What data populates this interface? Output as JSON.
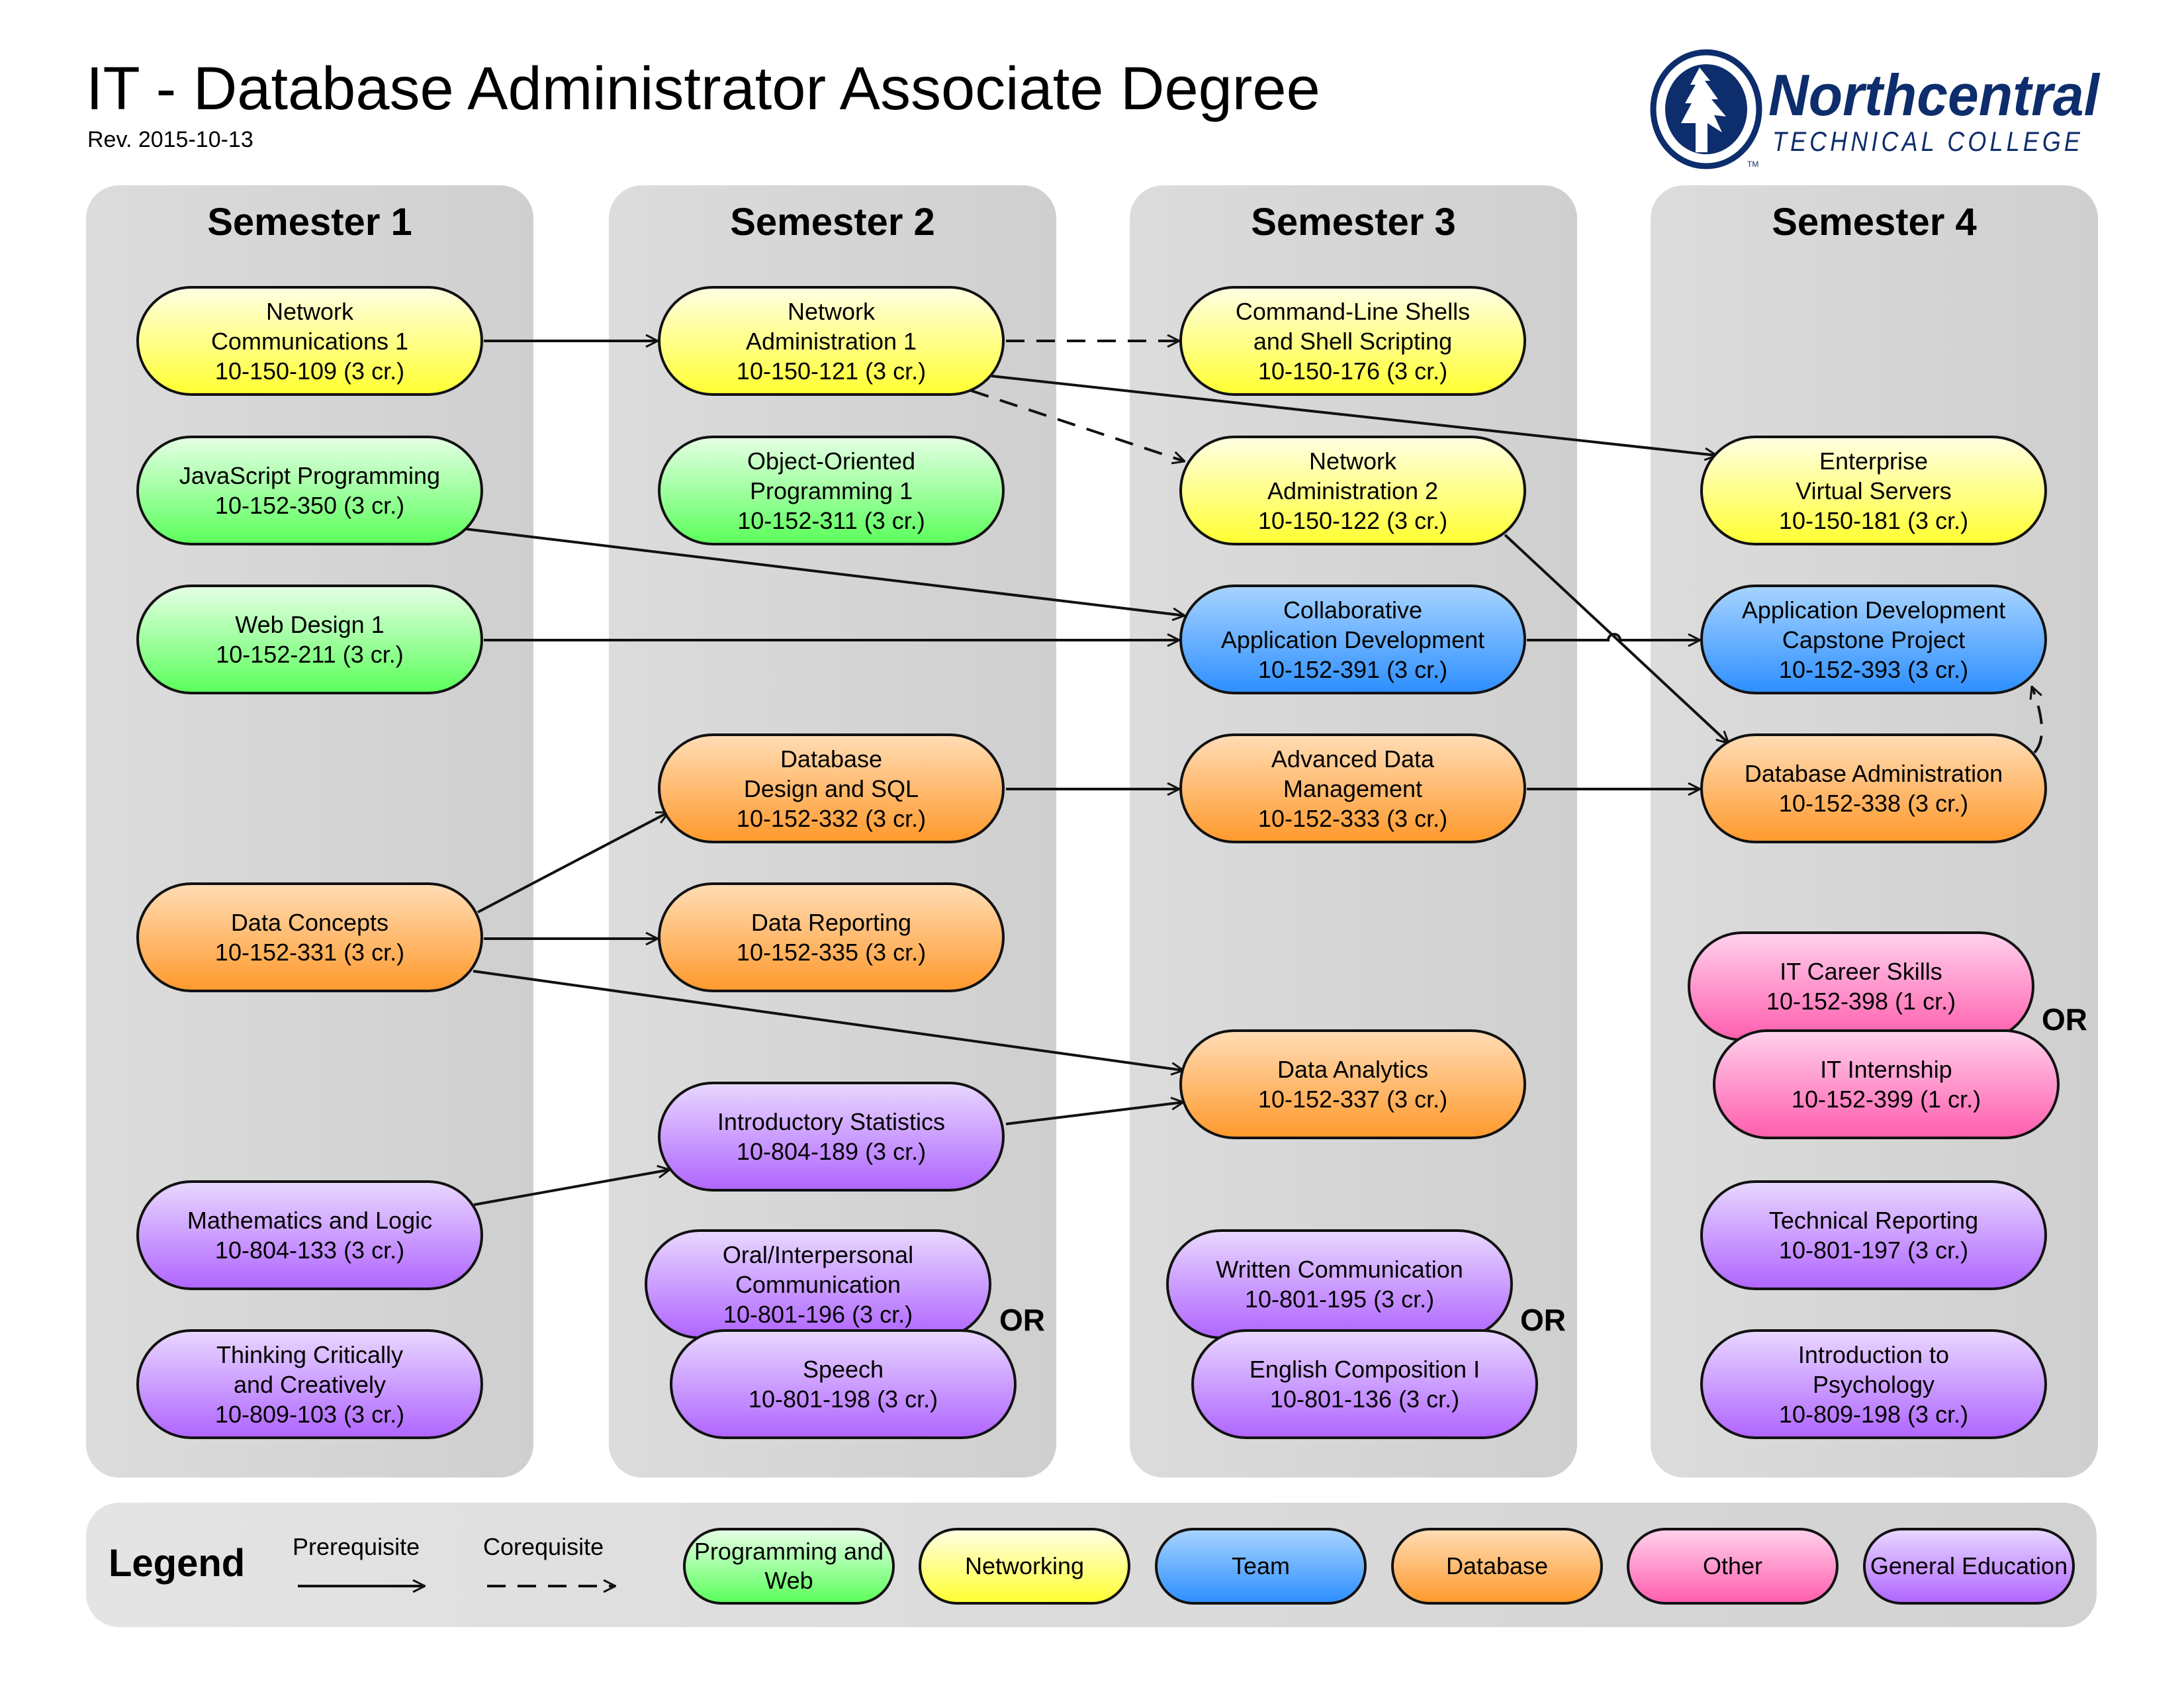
{
  "header": {
    "title": "IT - Database Administrator Associate Degree",
    "revision": "Rev. 2015-10-13"
  },
  "logo": {
    "name": "Northcentral",
    "subtitle": "TECHNICAL COLLEGE",
    "trademark": "TM",
    "color": "#0d2d6c"
  },
  "semesters": [
    {
      "title": "Semester 1"
    },
    {
      "title": "Semester 2"
    },
    {
      "title": "Semester 3"
    },
    {
      "title": "Semester 4"
    }
  ],
  "categories": {
    "prog": {
      "label": "Programming and Web",
      "color": "#5cff5c"
    },
    "net": {
      "label": "Networking",
      "color": "#ffff33"
    },
    "team": {
      "label": "Team",
      "color": "#2e8fff"
    },
    "db": {
      "label": "Database",
      "color": "#ff9a2e"
    },
    "oth": {
      "label": "Other",
      "color": "#ff5fae"
    },
    "gen": {
      "label": "General Education",
      "color": "#b066ff"
    }
  },
  "courses": {
    "netcomm1": {
      "lines": [
        "Network",
        "Communications 1",
        "10-150-109 (3 cr.)"
      ],
      "category": "net",
      "semester": 1
    },
    "js": {
      "lines": [
        "JavaScript Programming",
        "10-152-350 (3 cr.)"
      ],
      "category": "prog",
      "semester": 1
    },
    "web1": {
      "lines": [
        "Web Design 1",
        "10-152-211 (3 cr.)"
      ],
      "category": "prog",
      "semester": 1
    },
    "dataconcepts": {
      "lines": [
        "Data Concepts",
        "10-152-331 (3 cr.)"
      ],
      "category": "db",
      "semester": 1
    },
    "mathlogic": {
      "lines": [
        "Mathematics and Logic",
        "10-804-133 (3 cr.)"
      ],
      "category": "gen",
      "semester": 1
    },
    "thinking": {
      "lines": [
        "Thinking Critically",
        "and Creatively",
        "10-809-103 (3 cr.)"
      ],
      "category": "gen",
      "semester": 1
    },
    "netadmin1": {
      "lines": [
        "Network",
        "Administration 1",
        "10-150-121 (3 cr.)"
      ],
      "category": "net",
      "semester": 2
    },
    "oop1": {
      "lines": [
        "Object-Oriented",
        "Programming 1",
        "10-152-311 (3 cr.)"
      ],
      "category": "prog",
      "semester": 2
    },
    "dbdesign": {
      "lines": [
        "Database",
        "Design and SQL",
        "10-152-332 (3 cr.)"
      ],
      "category": "db",
      "semester": 2
    },
    "datareport": {
      "lines": [
        "Data Reporting",
        "10-152-335 (3 cr.)"
      ],
      "category": "db",
      "semester": 2
    },
    "introstats": {
      "lines": [
        "Introductory Statistics",
        "10-804-189 (3 cr.)"
      ],
      "category": "gen",
      "semester": 2
    },
    "oralcomm": {
      "lines": [
        "Oral/Interpersonal",
        "Communication",
        "10-801-196 (3 cr.)"
      ],
      "category": "gen",
      "semester": 2
    },
    "speech": {
      "lines": [
        "Speech",
        "10-801-198 (3 cr.)"
      ],
      "category": "gen",
      "semester": 2
    },
    "shells": {
      "lines": [
        "Command-Line Shells",
        "and Shell Scripting",
        "10-150-176 (3 cr.)"
      ],
      "category": "net",
      "semester": 3
    },
    "netadmin2": {
      "lines": [
        "Network",
        "Administration 2",
        "10-150-122 (3 cr.)"
      ],
      "category": "net",
      "semester": 3
    },
    "collabdev": {
      "lines": [
        "Collaborative",
        "Application Development",
        "10-152-391 (3 cr.)"
      ],
      "category": "team",
      "semester": 3
    },
    "advdata": {
      "lines": [
        "Advanced Data",
        "Management",
        "10-152-333 (3 cr.)"
      ],
      "category": "db",
      "semester": 3
    },
    "analytics": {
      "lines": [
        "Data Analytics",
        "10-152-337 (3 cr.)"
      ],
      "category": "db",
      "semester": 3
    },
    "writtencomm": {
      "lines": [
        "Written Communication",
        "10-801-195 (3 cr.)"
      ],
      "category": "gen",
      "semester": 3
    },
    "englishcomp": {
      "lines": [
        "English Composition I",
        "10-801-136 (3 cr.)"
      ],
      "category": "gen",
      "semester": 3
    },
    "entvirt": {
      "lines": [
        "Enterprise",
        "Virtual Servers",
        "10-150-181 (3 cr.)"
      ],
      "category": "net",
      "semester": 4
    },
    "capstone": {
      "lines": [
        "Application Development",
        "Capstone Project",
        "10-152-393 (3 cr.)"
      ],
      "category": "team",
      "semester": 4
    },
    "dbadmin": {
      "lines": [
        "Database Administration",
        "10-152-338 (3 cr.)"
      ],
      "category": "db",
      "semester": 4
    },
    "careerskills": {
      "lines": [
        "IT Career Skills",
        "10-152-398 (1 cr.)"
      ],
      "category": "oth",
      "semester": 4
    },
    "internship": {
      "lines": [
        "IT Internship",
        "10-152-399 (1 cr.)"
      ],
      "category": "oth",
      "semester": 4
    },
    "techreport": {
      "lines": [
        "Technical Reporting",
        "10-801-197 (3 cr.)"
      ],
      "category": "gen",
      "semester": 4
    },
    "psych": {
      "lines": [
        "Introduction to",
        "Psychology",
        "10-809-198 (3 cr.)"
      ],
      "category": "gen",
      "semester": 4
    }
  },
  "or_label": "OR",
  "relationships": [
    {
      "from": "netcomm1",
      "to": "netadmin1",
      "type": "prerequisite"
    },
    {
      "from": "netadmin1",
      "to": "shells",
      "type": "corequisite"
    },
    {
      "from": "netadmin1",
      "to": "netadmin2",
      "type": "corequisite"
    },
    {
      "from": "netadmin1",
      "to": "entvirt",
      "type": "prerequisite"
    },
    {
      "from": "js",
      "to": "collabdev",
      "type": "prerequisite"
    },
    {
      "from": "web1",
      "to": "collabdev",
      "type": "prerequisite"
    },
    {
      "from": "collabdev",
      "to": "capstone",
      "type": "prerequisite"
    },
    {
      "from": "netadmin2",
      "to": "dbadmin",
      "type": "prerequisite"
    },
    {
      "from": "dbdesign",
      "to": "advdata",
      "type": "prerequisite"
    },
    {
      "from": "advdata",
      "to": "dbadmin",
      "type": "prerequisite"
    },
    {
      "from": "dbadmin",
      "to": "capstone",
      "type": "corequisite"
    },
    {
      "from": "dataconcepts",
      "to": "dbdesign",
      "type": "prerequisite"
    },
    {
      "from": "dataconcepts",
      "to": "datareport",
      "type": "prerequisite"
    },
    {
      "from": "dataconcepts",
      "to": "analytics",
      "type": "prerequisite"
    },
    {
      "from": "introstats",
      "to": "analytics",
      "type": "prerequisite"
    },
    {
      "from": "mathlogic",
      "to": "introstats",
      "type": "prerequisite"
    }
  ],
  "legend": {
    "title": "Legend",
    "prerequisite": "Prerequisite",
    "corequisite": "Corequisite",
    "items": [
      {
        "label": "Programming and Web",
        "category": "prog"
      },
      {
        "label": "Networking",
        "category": "net"
      },
      {
        "label": "Team",
        "category": "team"
      },
      {
        "label": "Database",
        "category": "db"
      },
      {
        "label": "Other",
        "category": "oth"
      },
      {
        "label": "General Education",
        "category": "gen"
      }
    ]
  }
}
